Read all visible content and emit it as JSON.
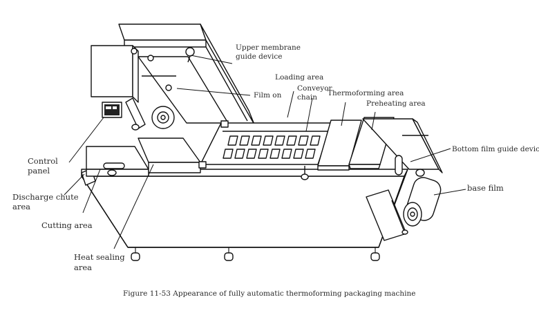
{
  "figure": {
    "caption": "Figure 11-53 Appearance of fully automatic thermoforming packaging machine",
    "subject": "fully automatic thermoforming packaging machine"
  },
  "labels": {
    "upper_membrane_line1": "Upper membrane",
    "upper_membrane_line2": "guide device",
    "loading_area": "Loading area",
    "film_on": "Film on",
    "conveyor_line1": "Conveyor",
    "conveyor_line2": "chain",
    "thermoforming_area": "Thermoforming area",
    "preheating_area": "Preheating area",
    "bottom_film_guide": "Bottom film guide device",
    "base_film": "base film",
    "control_panel_line1": "Control",
    "control_panel_line2": "panel",
    "discharge_line1": "Discharge chute",
    "discharge_line2": "area",
    "cutting_area": "Cutting area",
    "heat_sealing_line1": "Heat sealing",
    "heat_sealing_line2": "area"
  }
}
